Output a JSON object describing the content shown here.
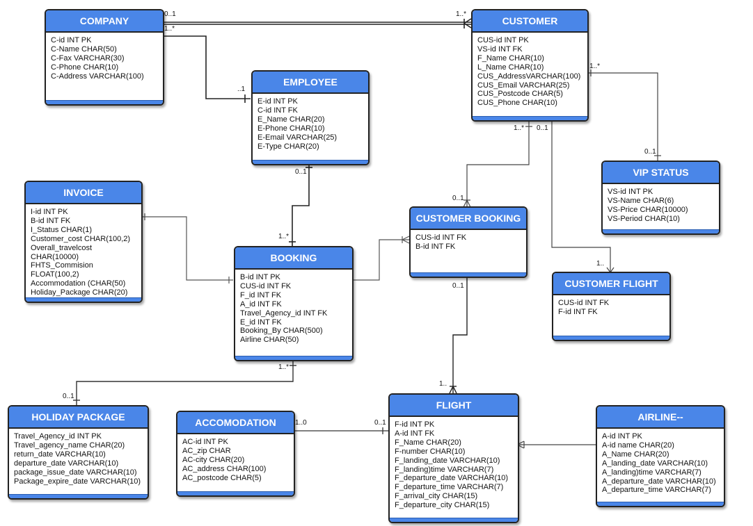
{
  "entities": [
    {
      "id": "company",
      "title": "COMPANY",
      "attributes": [
        "C-id INT PK",
        "C-Name CHAR(50)",
        "C-Fax VARCHAR(30)",
        "C-Phone CHAR(10)",
        "C-Address VARCHAR(100)"
      ]
    },
    {
      "id": "customer",
      "title": "CUSTOMER",
      "attributes": [
        "CUS-id INT PK",
        "VS-id INT FK",
        "F_Name CHAR(10)",
        "L_Name CHAR(10)",
        "CUS_AddressVARCHAR(100)",
        "CUS_Email VARCHAR(25)",
        "CUS_Postcode CHAR(5)",
        "CUS_Phone CHAR(10)"
      ]
    },
    {
      "id": "employee",
      "title": "EMPLOYEE",
      "attributes": [
        "E-id INT PK",
        "C-id INT FK",
        "E_Name CHAR(20)",
        "E-Phone CHAR(10)",
        "E-Email VARCHAR(25)",
        "E-Type CHAR(20)"
      ]
    },
    {
      "id": "invoice",
      "title": "INVOICE",
      "attributes": [
        "I-id INT PK",
        "B-id INT FK",
        "I_Status CHAR(1)",
        "Customer_cost CHAR(100,2)",
        "Overall_travelcost",
        "CHAR(10000)",
        "FHTS_Commision",
        "FLOAT(100,2)",
        "Accommodation (CHAR(50)",
        "Holiday_Package CHAR(20)"
      ]
    },
    {
      "id": "booking",
      "title": "BOOKING",
      "attributes": [
        "B-id INT PK",
        "CUS-id INT FK",
        "F_id INT FK",
        "A_id INT FK",
        "Travel_Agency_id INT FK",
        "E_id INT FK",
        "Booking_By CHAR(500)",
        "Airline CHAR(50)"
      ]
    },
    {
      "id": "customer_booking",
      "title": "CUSTOMER BOOKING",
      "attributes": [
        "CUS-id INT FK",
        "B-id INT FK"
      ]
    },
    {
      "id": "vip_status",
      "title": "VIP STATUS",
      "attributes": [
        "VS-id INT PK",
        "VS-Name CHAR(6)",
        "VS-Price CHAR(10000)",
        "VS-Period CHAR(10)"
      ]
    },
    {
      "id": "customer_flight",
      "title": "CUSTOMER FLIGHT",
      "attributes": [
        "CUS-id INT FK",
        "F-id INT FK"
      ]
    },
    {
      "id": "holiday_package",
      "title": "HOLIDAY PACKAGE",
      "attributes": [
        "Travel_Agency_id INT PK",
        "Travel_agency_name CHAR(20)",
        "return_date VARCHAR(10)",
        "departure_date VARCHAR(10)",
        "package_issue_date VARCHAR(10)",
        "Package_expire_date VARCHAR(10)"
      ]
    },
    {
      "id": "accomodation",
      "title": "ACCOMODATION",
      "attributes": [
        "AC-id INT PK",
        "AC_zip CHAR",
        "AC-city CHAR(20)",
        "AC_address CHAR(100)",
        "AC_postcode CHAR(5)"
      ]
    },
    {
      "id": "flight",
      "title": "FLIGHT",
      "attributes": [
        "F-id INT PK",
        "A-id INT FK",
        "F_Name CHAR(20)",
        "F-number CHAR(10)",
        "F_landing_date VARCHAR(10)",
        "F_landing)time VARCHAR(7)",
        "F_departure_date VARCHAR(10)",
        "F_departure_time VARCHAR(7)",
        "F_arrival_city CHAR(15)",
        "F_departure_city CHAR(15)"
      ]
    },
    {
      "id": "airline",
      "title": "AIRLINE--",
      "attributes": [
        "A-id INT PK",
        "A-id name CHAR(20)",
        "A_Name CHAR(20)",
        "A_landing_date VARCHAR(10)",
        "A_landing)time VARCHAR(7)",
        "A_departure_date VARCHAR(10)",
        "A_departure_time VARCHAR(7)"
      ]
    }
  ],
  "cardinalities": [
    {
      "id": "company-customer-a",
      "text": "0..1"
    },
    {
      "id": "company-customer-b",
      "text": "1..*"
    },
    {
      "id": "company-customer-c",
      "text": "1..*"
    },
    {
      "id": "company-employee",
      "text": "..1"
    },
    {
      "id": "customer-vip-a",
      "text": "1..*"
    },
    {
      "id": "customer-vip-b",
      "text": "0..1"
    },
    {
      "id": "customer-cb-a",
      "text": "1..*"
    },
    {
      "id": "customer-cf-a",
      "text": "0..1"
    },
    {
      "id": "customer-cb-b",
      "text": "0..1"
    },
    {
      "id": "customer-cf-b",
      "text": "1.."
    },
    {
      "id": "employee-booking-a",
      "text": "0..1"
    },
    {
      "id": "employee-booking-b",
      "text": "1..*"
    },
    {
      "id": "cb-flight-a",
      "text": "0..1"
    },
    {
      "id": "cb-flight-b",
      "text": "1.."
    },
    {
      "id": "booking-holiday-a",
      "text": "1..*"
    },
    {
      "id": "booking-holiday-b",
      "text": "0..1"
    },
    {
      "id": "accom-flight-a",
      "text": "1..0"
    },
    {
      "id": "accom-flight-b",
      "text": "0..1"
    }
  ]
}
